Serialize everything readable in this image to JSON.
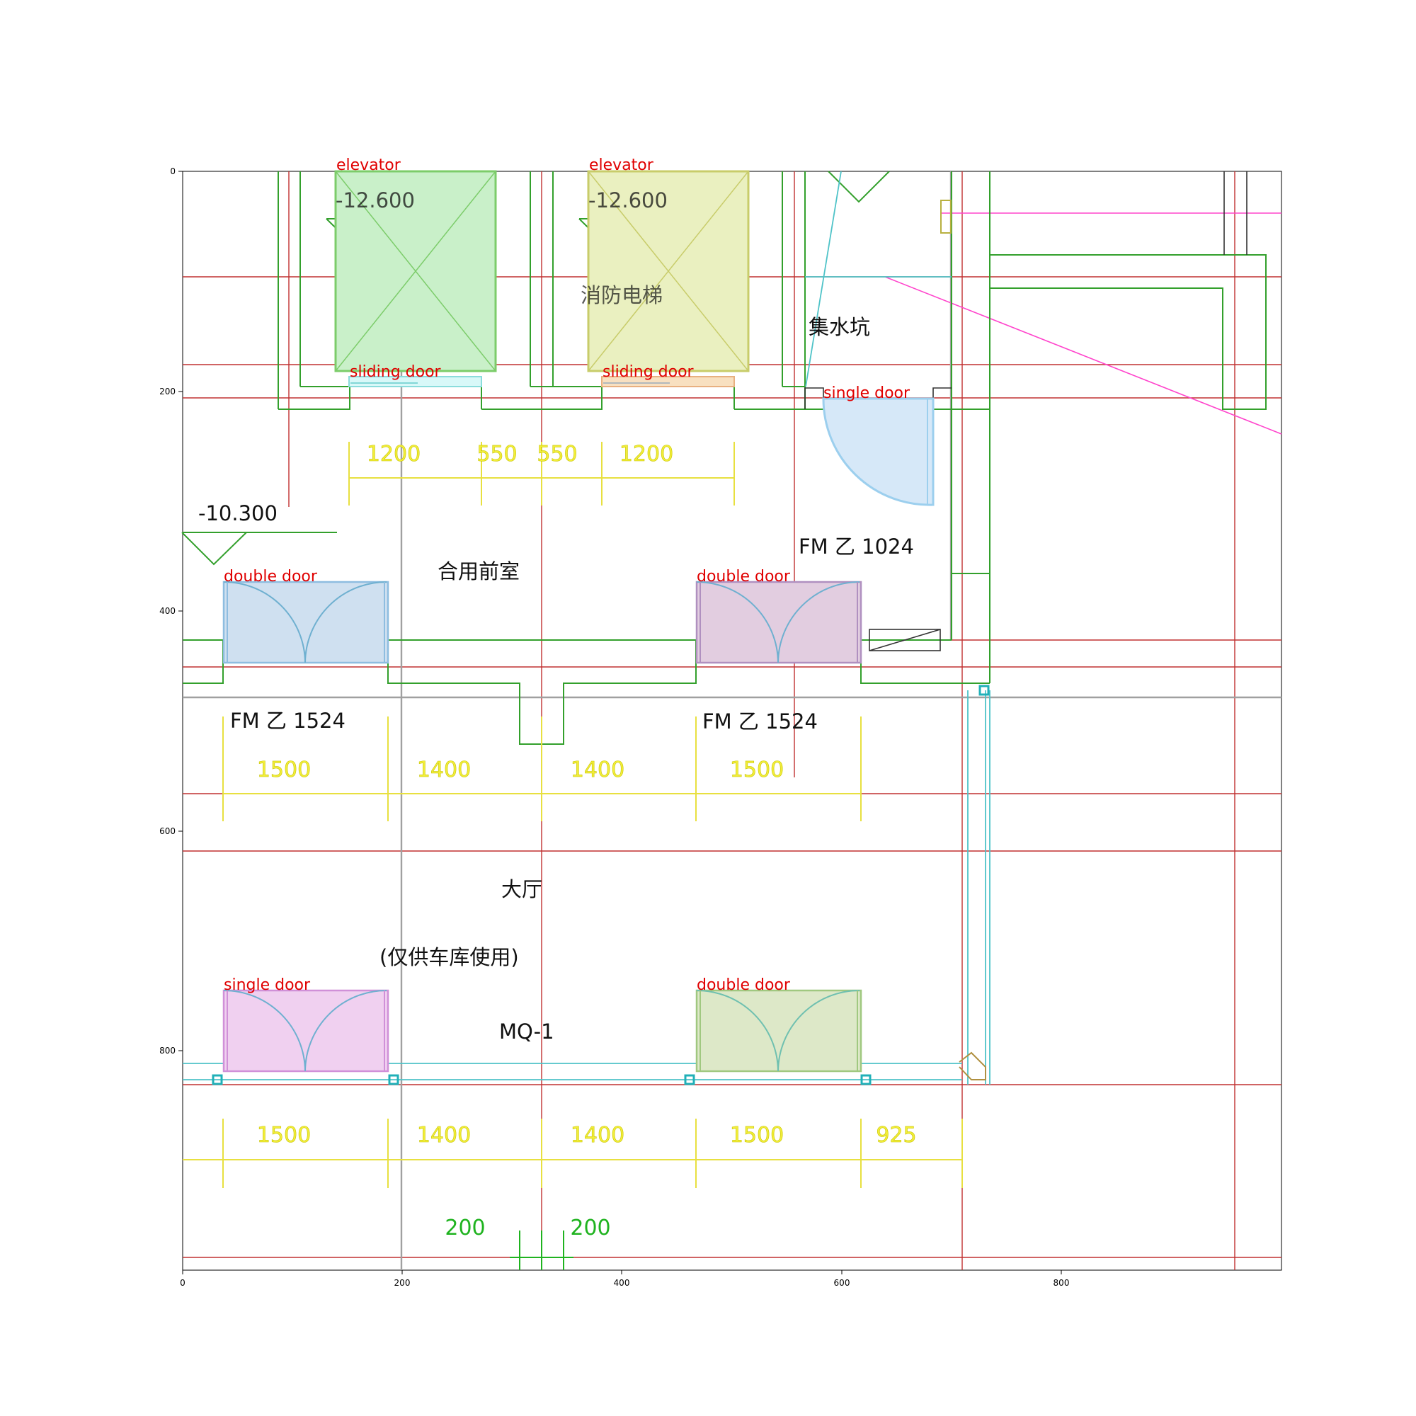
{
  "axes": {
    "x_ticks": [
      "0",
      "200",
      "400",
      "600",
      "800"
    ],
    "y_ticks": [
      "0",
      "200",
      "400",
      "600",
      "800"
    ]
  },
  "annotations": {
    "elevator_1": "elevator",
    "elevator_2": "elevator",
    "sliding_door_1": "sliding door",
    "sliding_door_2": "sliding door",
    "single_door_1": "single door",
    "double_door_1": "double door",
    "double_door_2": "double door",
    "single_door_2": "single door",
    "double_door_3": "double door"
  },
  "labels": {
    "elev_1": "-12.600",
    "elev_2": "-12.600",
    "elev_3": "-10.300",
    "fire_elevator": "消防电梯",
    "sump": "集水坑",
    "shared_lobby": "合用前室",
    "fm_1024": "FM  乙 1024",
    "fm_1524_a": "FM  乙 1524",
    "fm_1524_b": "FM  乙 1524",
    "hall": "大厅",
    "hall_note": "(仅供车库使用)",
    "mq": "MQ-1"
  },
  "dimensions": {
    "row1": [
      "1200",
      "550",
      "550",
      "1200"
    ],
    "row2": [
      "1500",
      "1400",
      "1400",
      "1500"
    ],
    "row3": [
      "1500",
      "1400",
      "1400",
      "1500",
      "925"
    ],
    "row4": [
      "200",
      "200"
    ]
  },
  "colors": {
    "grid_red": "#c03030",
    "wall_green": "#33a02c",
    "dim_yellow": "#f2ee3a",
    "cyan": "#4fc3c8",
    "magenta": "#ff44cc",
    "elevator_1_fill": "#c9f0c9",
    "elevator_2_fill": "#eaf0c0",
    "single_door_1_fill": "#d6e8f8",
    "double_door_1_fill": "#cfe0f0",
    "double_door_2_fill": "#e2cde0",
    "single_door_2_fill": "#f0d0f0",
    "double_door_3_fill": "#dde8c8",
    "ann_red": "#e00000"
  }
}
